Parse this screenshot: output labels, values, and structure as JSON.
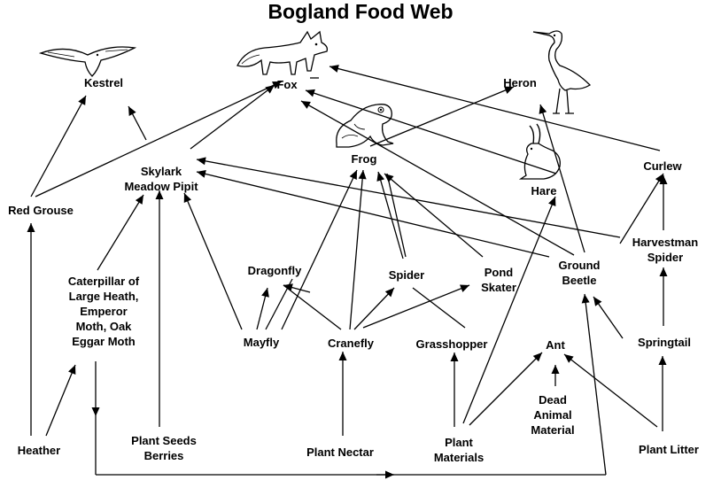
{
  "title": "Bogland Food Web",
  "nodes": {
    "kestrel": "Kestrel",
    "fox": "Fox",
    "heron": "Heron",
    "red_grouse": "Red Grouse",
    "skylark": [
      "Skylark",
      "Meadow Pipit"
    ],
    "frog": "Frog",
    "hare": "Hare",
    "curlew": "Curlew",
    "harvestman": [
      "Harvestman",
      "Spider"
    ],
    "dragonfly": "Dragonfly",
    "spider": "Spider",
    "pond_skater": [
      "Pond",
      "Skater"
    ],
    "ground_beetle": [
      "Ground",
      "Beetle"
    ],
    "caterpillar": [
      "Caterpillar of",
      "Large Heath,",
      "Emperor",
      "Moth, Oak",
      "Eggar Moth"
    ],
    "mayfly": "Mayfly",
    "cranefly": "Cranefly",
    "grasshopper": "Grasshopper",
    "ant": "Ant",
    "springtail": "Springtail",
    "dead_animal": [
      "Dead",
      "Animal",
      "Material"
    ],
    "heather": "Heather",
    "plant_seeds": [
      "Plant Seeds",
      "Berries"
    ],
    "plant_nectar": "Plant Nectar",
    "plant_materials": [
      "Plant",
      "Materials"
    ],
    "plant_litter": "Plant Litter"
  },
  "icons": [
    "kestrel-icon",
    "fox-icon",
    "frog-icon",
    "heron-icon",
    "hare-icon"
  ]
}
